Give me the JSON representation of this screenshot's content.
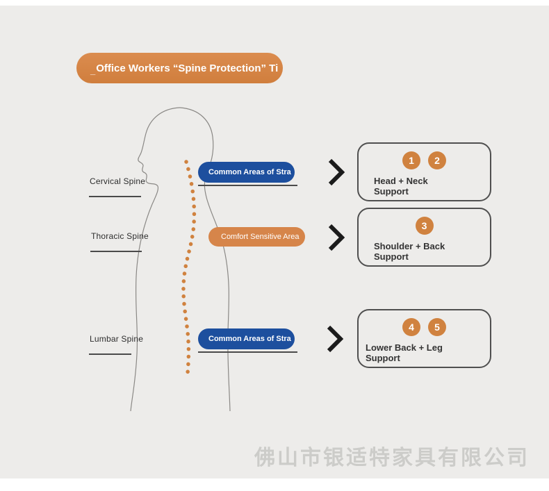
{
  "title": {
    "prefix": "_",
    "text": "Office Workers “Spine Protection” Ti"
  },
  "sections": [
    {
      "label": "Cervical Spine",
      "pill": "Common Areas of Stra",
      "pill_color": "blue"
    },
    {
      "label": "Thoracic Spine",
      "pill": "Comfort Sensitive Area",
      "pill_color": "orange"
    },
    {
      "label": "Lumbar Spine",
      "pill": "Common Areas of Stra",
      "pill_color": "blue"
    }
  ],
  "cards": [
    {
      "numbers": [
        "1",
        "2"
      ],
      "line1": "Head + Neck",
      "line2": "Support"
    },
    {
      "numbers": [
        "3"
      ],
      "line1": "Shoulder + Back",
      "line2": "Support"
    },
    {
      "numbers": [
        "4",
        "5"
      ],
      "line1": "Lower Back + Leg",
      "line2": "Support"
    }
  ],
  "icons": {
    "chevron_right": ">",
    "spine_dots": "dotted-spine-curve",
    "body_outline": "seated-profile-outline"
  },
  "watermark": "佛山市银适特家具有限公司",
  "colors": {
    "background": "#edecea",
    "orange": "#d0823f",
    "blue": "#1d4f9e",
    "line": "#4a4a4a",
    "card_border": "#4f4f4f",
    "text": "#2d2d2d",
    "watermark": "#c9c9c6"
  }
}
